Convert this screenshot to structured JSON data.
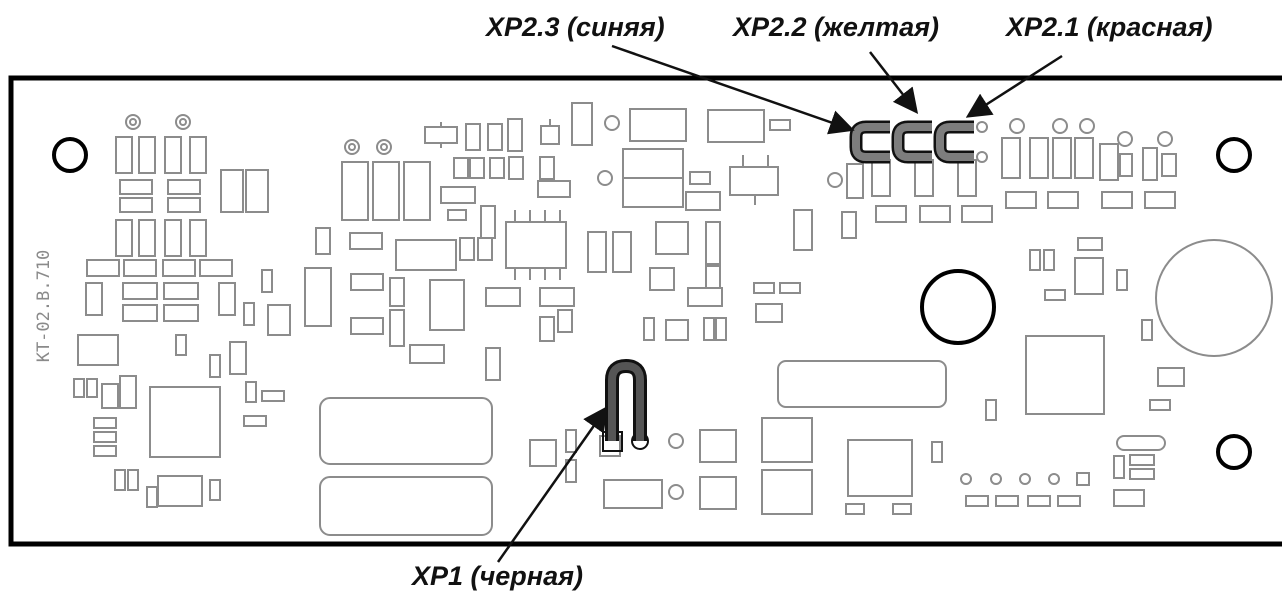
{
  "board": {
    "code": "КТ-02.В.710"
  },
  "callouts": {
    "xp2_3": "XP2.3 (синяя)",
    "xp2_2": "XP2.2 (желтая)",
    "xp2_1": "XP2.1 (красная)",
    "xp1": "XP1 (черная)"
  },
  "colors": {
    "outline": "#000000",
    "component": "#8c8c8c",
    "jumper_xp2": "#7d7d7d",
    "jumper_xp1": "#555555"
  }
}
